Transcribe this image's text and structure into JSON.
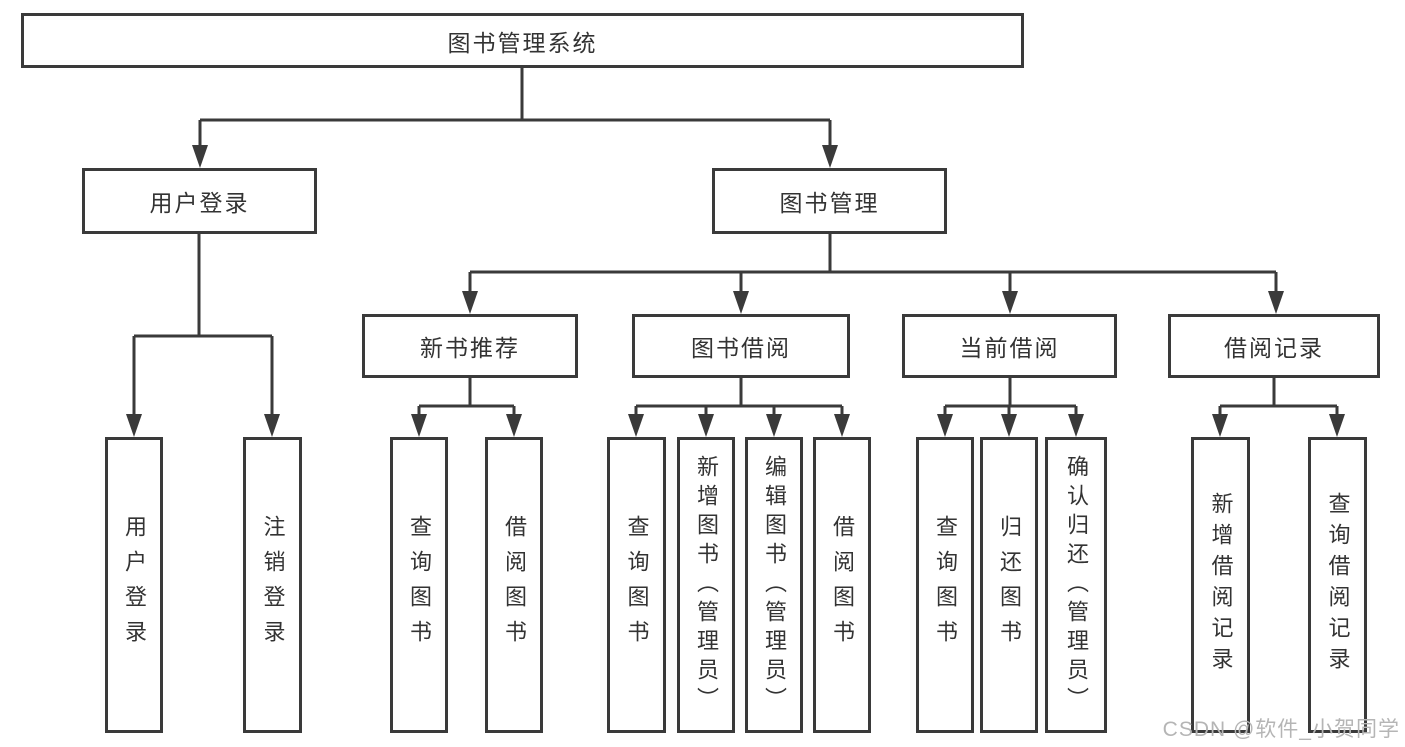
{
  "diagram": {
    "root": {
      "label": "图书管理系统"
    },
    "level2": [
      {
        "id": "user_login",
        "label": "用户登录"
      },
      {
        "id": "book_mgmt",
        "label": "图书管理"
      }
    ],
    "level3": [
      {
        "id": "new_books",
        "label": "新书推荐",
        "parent": "book_mgmt"
      },
      {
        "id": "book_borrow",
        "label": "图书借阅",
        "parent": "book_mgmt"
      },
      {
        "id": "current_borrow",
        "label": "当前借阅",
        "parent": "book_mgmt"
      },
      {
        "id": "borrow_records",
        "label": "借阅记录",
        "parent": "book_mgmt"
      }
    ],
    "leaves": {
      "user_login": [
        {
          "label": "用户登录"
        },
        {
          "label": "注销登录"
        }
      ],
      "new_books": [
        {
          "label": "查询图书"
        },
        {
          "label": "借阅图书"
        }
      ],
      "book_borrow": [
        {
          "label": "查询图书"
        },
        {
          "label": "新增图书（管理员）"
        },
        {
          "label": "编辑图书（管理员）"
        },
        {
          "label": "借阅图书"
        }
      ],
      "current_borrow": [
        {
          "label": "查询图书"
        },
        {
          "label": "归还图书"
        },
        {
          "label": "确认归还（管理员）"
        }
      ],
      "borrow_records": [
        {
          "label": "新增借阅记录"
        },
        {
          "label": "查询借阅记录"
        }
      ]
    }
  },
  "watermark": {
    "text": "CSDN @软件_小贺同学",
    "color": "#b5b5b5"
  },
  "colors": {
    "line": "#3a3a3a",
    "text": "#333333",
    "background": "#ffffff"
  }
}
